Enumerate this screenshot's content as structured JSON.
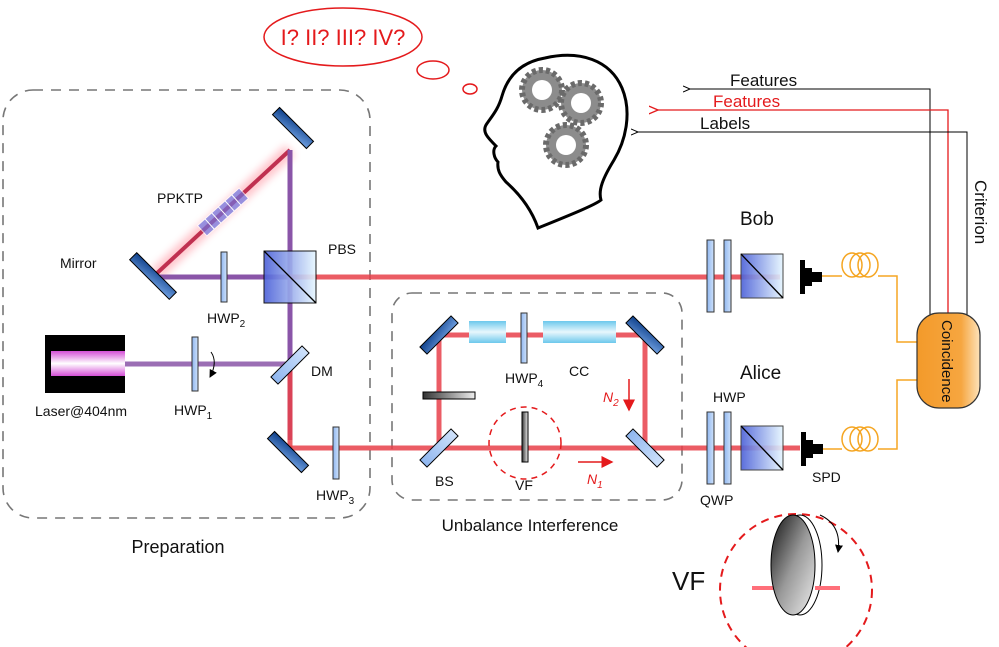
{
  "thought_bubble": {
    "text": "I? II? III? IV?"
  },
  "arrows_to_brain": [
    {
      "label": "Features",
      "color": "#000000"
    },
    {
      "label": "Features",
      "color": "#e41a1c"
    },
    {
      "label": "Labels",
      "color": "#000000"
    }
  ],
  "criterion_label": "Criterion",
  "coincidence_label": "Coincidence",
  "preparation": {
    "title": "Preparation",
    "laser": "Laser@404nm",
    "ppktp": "PPKTP",
    "mirror": "Mirror",
    "pbs": "PBS",
    "dm": "DM",
    "hwp1": {
      "base": "HWP",
      "sub": "1"
    },
    "hwp2": {
      "base": "HWP",
      "sub": "2"
    },
    "hwp3": {
      "base": "HWP",
      "sub": "3"
    }
  },
  "interference": {
    "title": "Unbalance Interference",
    "hwp4": {
      "base": "HWP",
      "sub": "4"
    },
    "cc": "CC",
    "bs": "BS",
    "vf": "VF",
    "n1": {
      "base": "N",
      "sub": "1"
    },
    "n2": {
      "base": "N",
      "sub": "2"
    }
  },
  "bob": {
    "title": "Bob"
  },
  "alice": {
    "title": "Alice",
    "hwp": "HWP",
    "qwp": "QWP",
    "spd": "SPD"
  },
  "vf_inset": {
    "label": "VF"
  },
  "colors": {
    "beam_red": "#e8404a",
    "pump_purple": "#8a55a8",
    "fiber_orange": "#f5a623",
    "coincidence_fill": "#f39a2a",
    "annotation_red": "#e41a1c"
  }
}
